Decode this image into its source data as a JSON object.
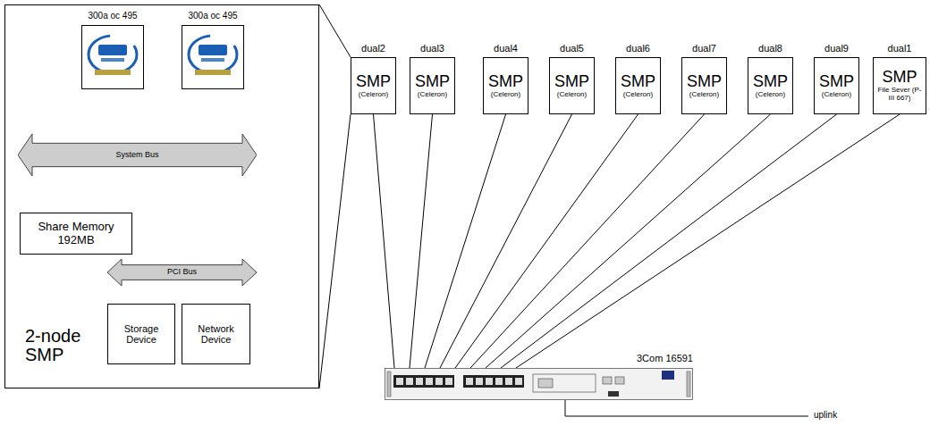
{
  "diagram": {
    "nodes": [
      {
        "text": [
          "2-node SMP"
        ]
      },
      {
        "text": [
          "300a oc 495"
        ],
        "in": 0
      },
      {
        "text": [
          "300a oc 495"
        ],
        "in": 0
      },
      {
        "text": [
          "System Bus"
        ],
        "in": 0
      },
      {
        "text": [
          "Share Memory 192MB"
        ],
        "in": 0
      },
      {
        "text": [
          "PCI Bus"
        ],
        "in": 0
      },
      {
        "text": [
          "Storage Device"
        ],
        "in": 0
      },
      {
        "text": [
          "Network Device"
        ],
        "in": 0
      },
      {
        "text": [
          "dual2",
          "SMP",
          "(Celeron)"
        ]
      },
      {
        "text": [
          "dual3",
          "SMP",
          "(Celeron)"
        ]
      },
      {
        "text": [
          "dual4",
          "SMP",
          "(Celeron)"
        ]
      },
      {
        "text": [
          "dual5",
          "SMP",
          "(Celeron)"
        ]
      },
      {
        "text": [
          "dual6",
          "SMP",
          "(Celeron)"
        ]
      },
      {
        "text": [
          "dual7",
          "SMP",
          "(Celeron)"
        ]
      },
      {
        "text": [
          "dual8",
          "SMP",
          "(Celeron)"
        ]
      },
      {
        "text": [
          "dual9",
          "SMP",
          "(Celeron)"
        ]
      },
      {
        "text": [
          "dual1",
          "SMP",
          "File Sever (P-III 667)"
        ]
      },
      {
        "text": [
          "3Com 16591"
        ]
      }
    ],
    "edges": [
      {
        "from": 1,
        "to": 3,
        "arrow": "both"
      },
      {
        "from": 2,
        "to": 3,
        "arrow": "both"
      },
      {
        "from": 3,
        "to": 4,
        "arrow": "both"
      },
      {
        "from": 3,
        "to": 5,
        "arrow": "both"
      },
      {
        "from": 5,
        "to": 6,
        "arrow": "both"
      },
      {
        "from": 5,
        "to": 7,
        "arrow": "both"
      },
      {
        "from": 0,
        "to": 8,
        "arrow": "none"
      },
      {
        "from": 8,
        "to": 17,
        "arrow": "none"
      },
      {
        "from": 9,
        "to": 17,
        "arrow": "none"
      },
      {
        "from": 10,
        "to": 17,
        "arrow": "none"
      },
      {
        "from": 11,
        "to": 17,
        "arrow": "none"
      },
      {
        "from": 12,
        "to": 17,
        "arrow": "none"
      },
      {
        "from": 13,
        "to": 17,
        "arrow": "none"
      },
      {
        "from": 14,
        "to": 17,
        "arrow": "none"
      },
      {
        "from": 15,
        "to": 17,
        "arrow": "none"
      },
      {
        "from": 16,
        "to": 17,
        "arrow": "none"
      }
    ],
    "labels": [
      "uplink"
    ]
  }
}
